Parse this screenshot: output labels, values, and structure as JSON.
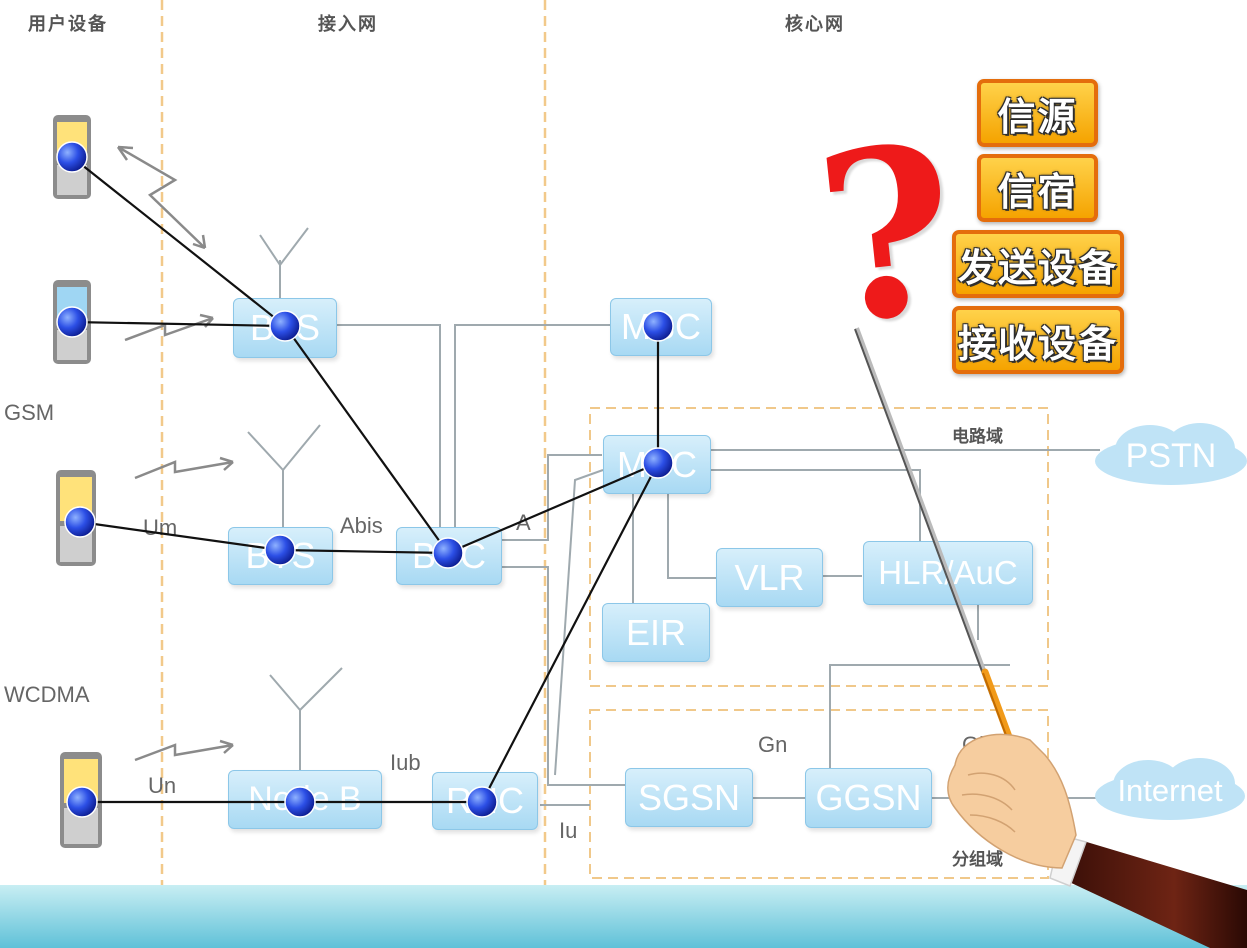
{
  "columns": {
    "user_equipment": "用户设备",
    "access_network": "接入网",
    "core_network": "核心网"
  },
  "side_labels": {
    "gsm": "GSM",
    "wcdma": "WCDMA"
  },
  "interfaces": {
    "um": "Um",
    "abis": "Abis",
    "a": "A",
    "un": "Un",
    "iub": "Iub",
    "iu": "Iu",
    "gn": "Gn",
    "gi": "Gi"
  },
  "domains": {
    "circuit": "电路域",
    "packet": "分组域"
  },
  "nodes": {
    "bts_top": "BTS",
    "bts_bottom": "BTS",
    "bsc": "BSC",
    "node_b": "Node B",
    "rnc": "RNC",
    "msc_top": "MSC",
    "msc_main": "MSC",
    "vlr": "VLR",
    "hlr_auc": "HLR/AuC",
    "eir": "EIR",
    "sgsn": "SGSN",
    "ggsn": "GGSN"
  },
  "clouds": {
    "pstn": "PSTN",
    "internet": "Internet"
  },
  "menu": {
    "source": "信源",
    "sink": "信宿",
    "transmitter": "发送设备",
    "receiver": "接收设备"
  },
  "question_mark": "?",
  "colors": {
    "divider": "#f2c98a",
    "domain_border": "#f0c88a",
    "node_fill": "#b7e0f5",
    "path_line": "#111111",
    "connector": "#9fa9ae",
    "dot": "#1e3dd8",
    "button_fill": "#f7b21c",
    "button_border": "#e46d0c",
    "question": "#ee1a1a",
    "footer": "#8fd3e0"
  }
}
